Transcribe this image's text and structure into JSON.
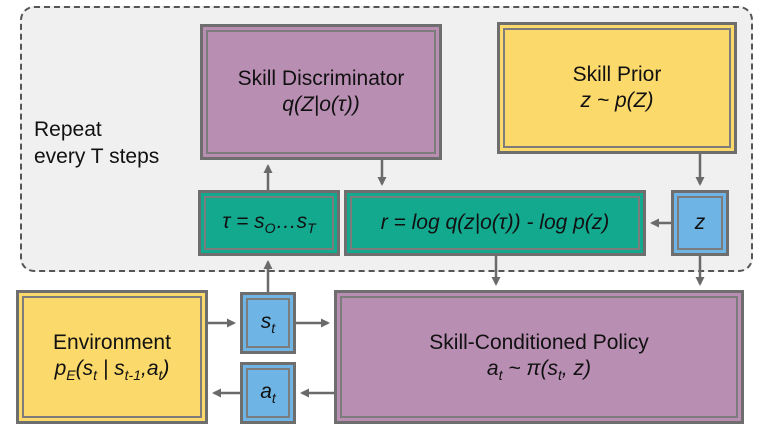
{
  "loop_label": {
    "line1": "Repeat",
    "line2": "every T steps"
  },
  "skill_discriminator": {
    "title": "Skill Discriminator",
    "formula": "q(Z|o(τ))"
  },
  "skill_prior": {
    "title": "Skill Prior",
    "formula": "z ~ p(Z)"
  },
  "trajectory": {
    "lhs": "τ = s",
    "sub1": "O",
    "mid": "…s",
    "sub2": "T"
  },
  "reward": {
    "formula": "r = log q(z|o(τ)) - log p(z)"
  },
  "z_node": {
    "label": "z"
  },
  "state_node": {
    "base": "s",
    "sub": "t"
  },
  "action_node": {
    "base": "a",
    "sub": "t"
  },
  "environment": {
    "title": "Environment",
    "f_p": "p",
    "f_sub_e": "E",
    "f_open": "(s",
    "f_sub_t": "t",
    "f_bar": " | s",
    "f_sub_tm1": "t-1",
    "f_comma": ",a",
    "f_sub_t2": "t",
    "f_close": ")"
  },
  "policy": {
    "title": "Skill-Conditioned Policy",
    "f_a": "a",
    "f_sub_t": "t",
    "f_mid": " ~ π(s",
    "f_sub_t2": "t",
    "f_end": ", z)"
  },
  "colors": {
    "purple": "#b98eb3",
    "yellow": "#fbd96a",
    "teal": "#12a98f",
    "blue": "#6eb4e4",
    "arrow": "#6a6a6a"
  }
}
